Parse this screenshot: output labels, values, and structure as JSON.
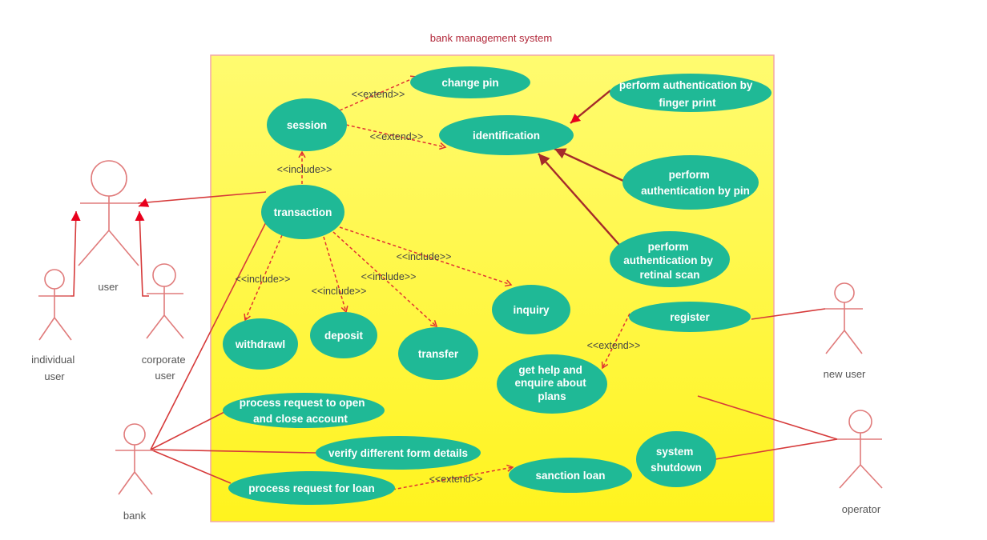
{
  "system": {
    "title": "bank management system"
  },
  "colors": {
    "usecase_fill": "#1fb996",
    "actor_stroke": "#e07b7b",
    "relation": "#d63a3a",
    "system_bg_top": "#fffb70",
    "system_bg_bottom": "#fff31e"
  },
  "actors": {
    "user": [
      "user"
    ],
    "individual_user": [
      "individual",
      "user"
    ],
    "corporate_user": [
      "corporate",
      "user"
    ],
    "bank": [
      "bank"
    ],
    "new_user": [
      "new user"
    ],
    "operator": [
      "operator"
    ]
  },
  "usecases": {
    "change_pin": [
      "change pin"
    ],
    "session": [
      "session"
    ],
    "identification": [
      "identification"
    ],
    "auth_finger": [
      "perform authentication by",
      "finger print"
    ],
    "auth_pin": [
      "perform",
      "authentication by pin"
    ],
    "auth_retinal": [
      "perform",
      "authentication by",
      "retinal  scan"
    ],
    "transaction": [
      "transaction"
    ],
    "inquiry": [
      "inquiry"
    ],
    "register": [
      "register"
    ],
    "withdrawl": [
      "withdrawl"
    ],
    "deposit": [
      "deposit"
    ],
    "transfer": [
      "transfer"
    ],
    "get_help": [
      "get help and",
      "enquire about",
      "plans"
    ],
    "process_open_close": [
      "process request to open",
      "and close account"
    ],
    "verify_form": [
      "verify different form details"
    ],
    "process_loan": [
      "process request for loan"
    ],
    "sanction_loan": [
      "sanction loan"
    ],
    "system_shutdown": [
      "system",
      "shutdown"
    ]
  },
  "stereotypes": {
    "extend_change_pin": "<<extend>>",
    "extend_identification": "<<extend>>",
    "include_session": "<<include>>",
    "include_inquiry": "<<include>>",
    "include_withdrawl": "<<include>>",
    "include_deposit": "<<include>>",
    "include_transfer": "<<include>>",
    "extend_help": "<<extend>>",
    "extend_sanction": "<<extend>>"
  }
}
